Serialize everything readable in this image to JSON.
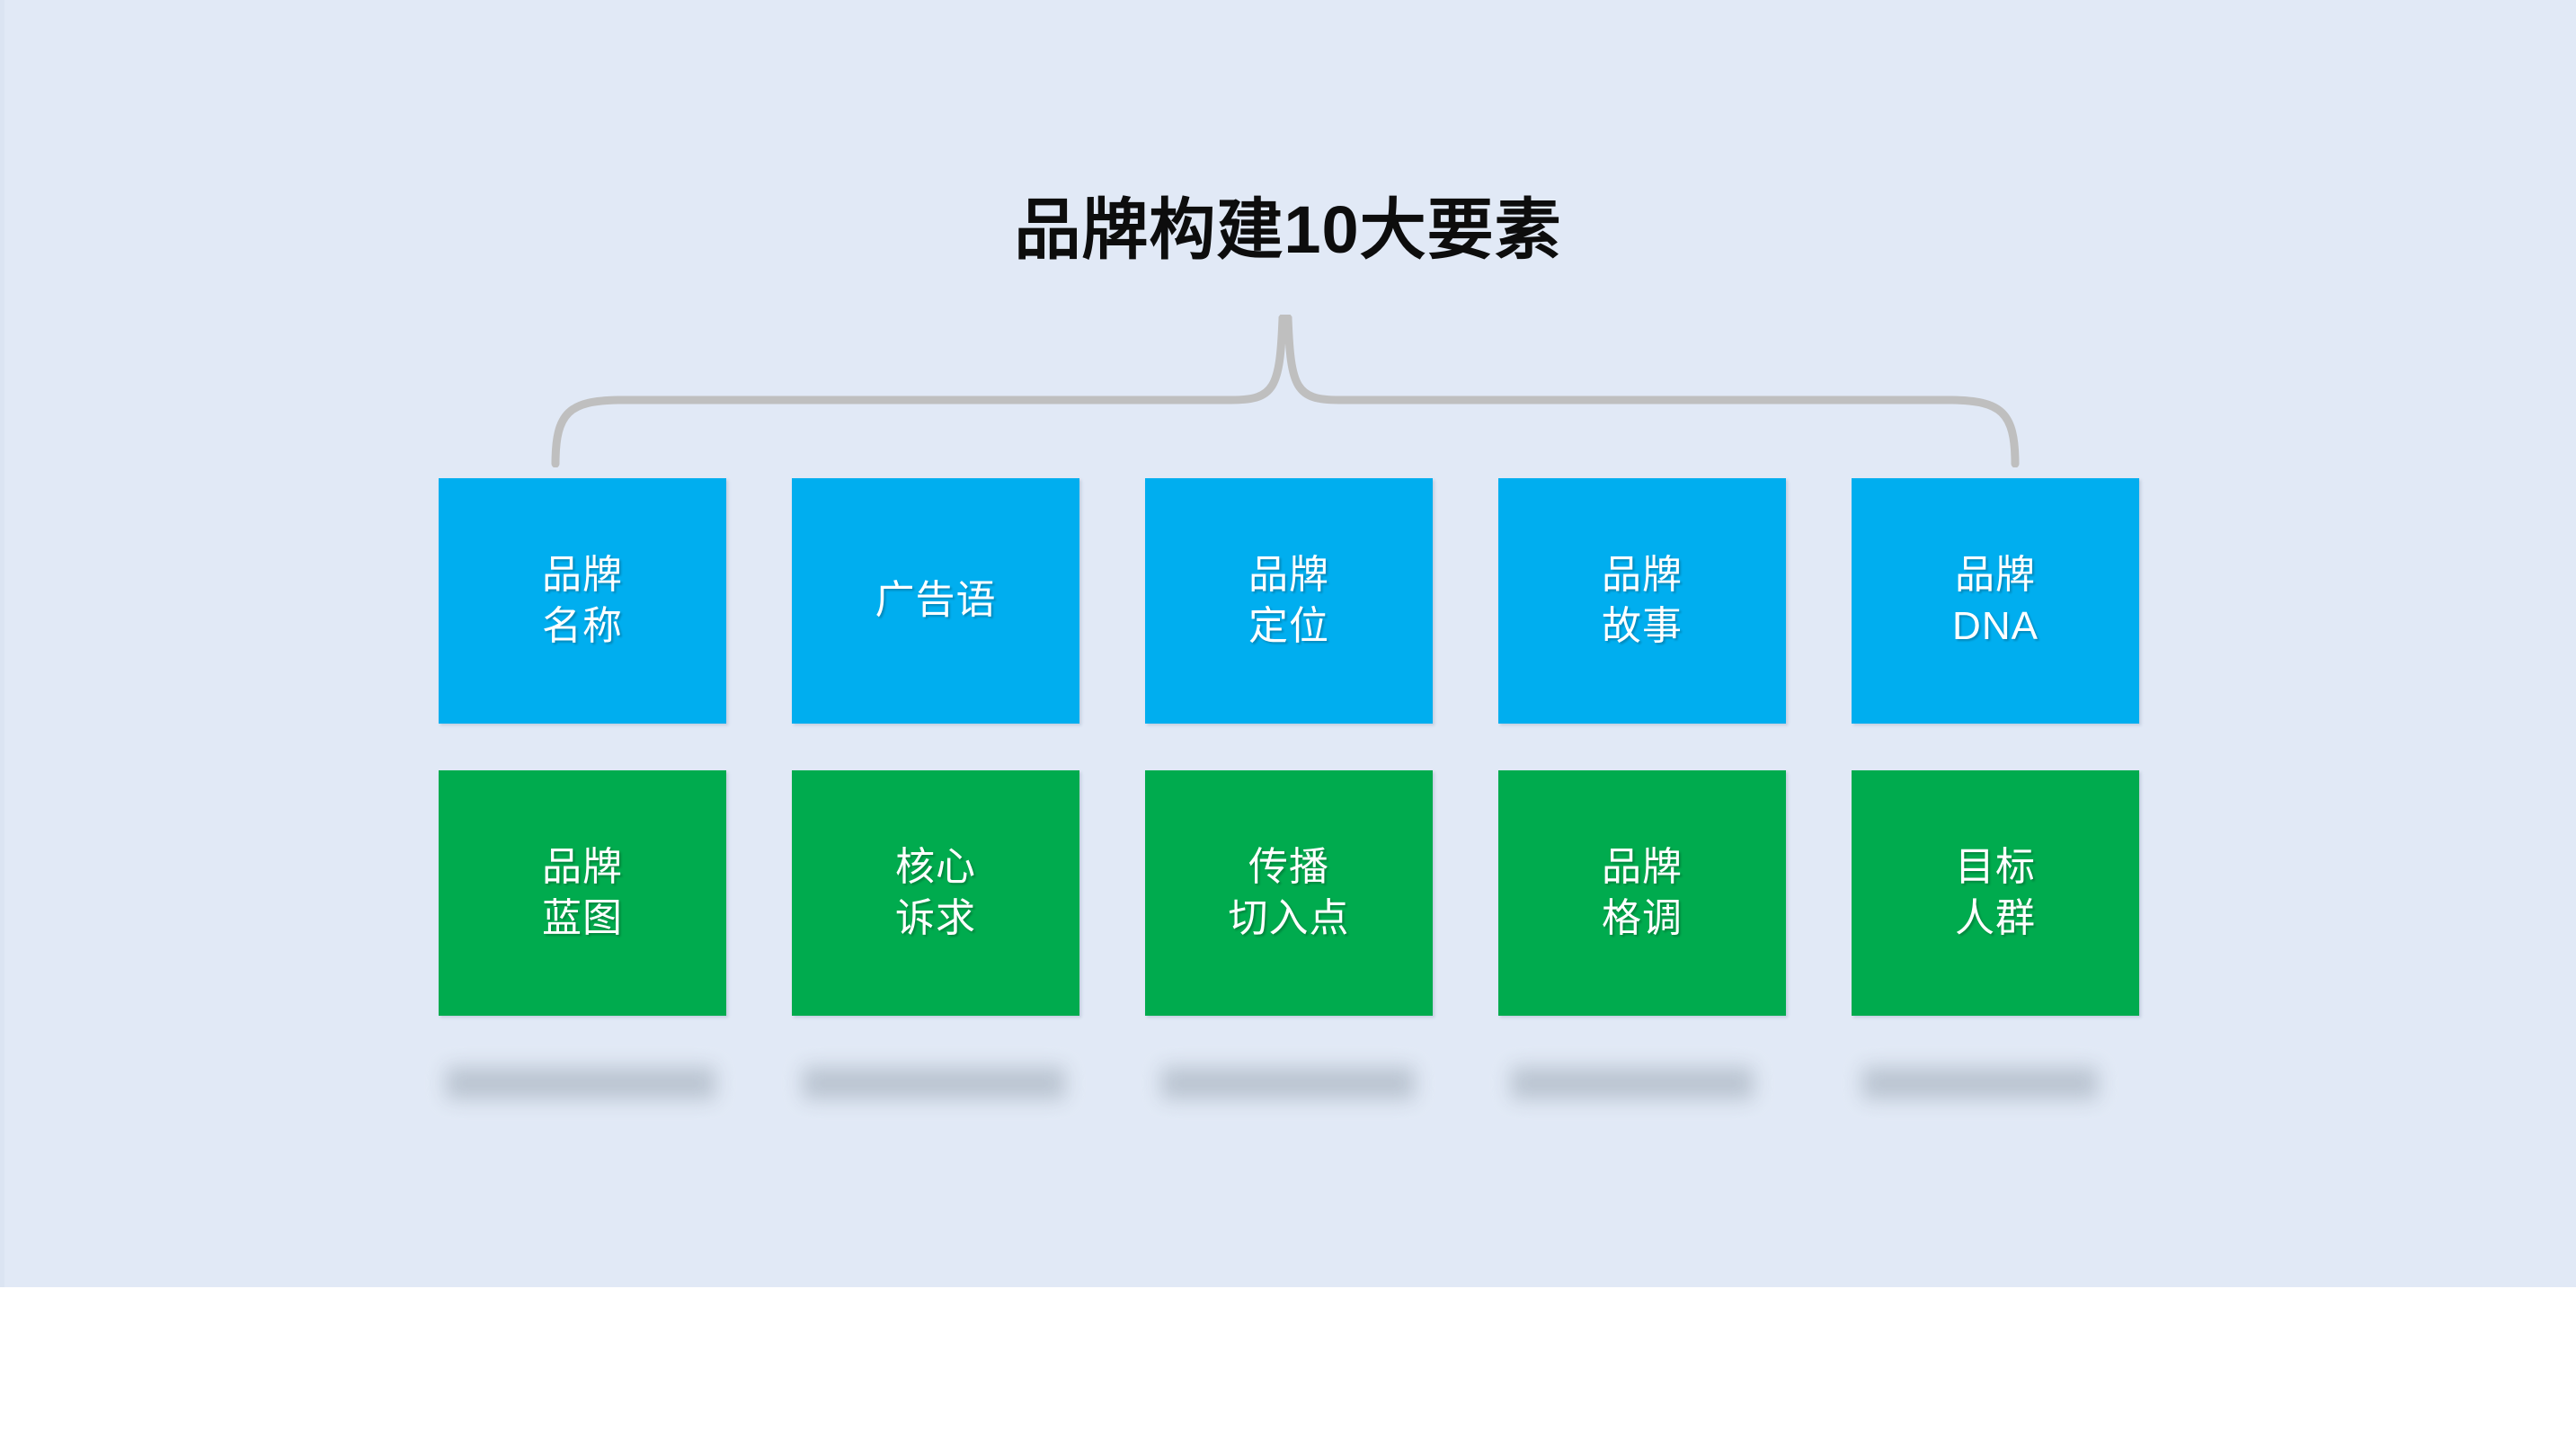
{
  "slide": {
    "title": "品牌构建10大要素",
    "background_color": "#e1e9f6",
    "brace_color": "#bfbfbf"
  },
  "colors": {
    "blue": "#00aeef",
    "green": "#00ab4e",
    "title_text": "#0d0d0d",
    "card_text": "#ffffff",
    "redacted_bar": "#b9c3cf"
  },
  "elements": {
    "row_blue": [
      {
        "label": "品牌\n名称",
        "color": "#00aeef"
      },
      {
        "label": "广告语",
        "color": "#00aeef"
      },
      {
        "label": "品牌\n定位",
        "color": "#00aeef"
      },
      {
        "label": "品牌\n故事",
        "color": "#00aeef"
      },
      {
        "label": "品牌\nDNA",
        "color": "#00aeef"
      }
    ],
    "row_green": [
      {
        "label": "品牌\n蓝图",
        "color": "#00ab4e"
      },
      {
        "label": "核心\n诉求",
        "color": "#00ab4e"
      },
      {
        "label": "传播\n切入点",
        "color": "#00ab4e"
      },
      {
        "label": "品牌\n格调",
        "color": "#00ab4e"
      },
      {
        "label": "目标\n人群",
        "color": "#00ab4e"
      }
    ],
    "row_bars": [
      {
        "label": ""
      },
      {
        "label": ""
      },
      {
        "label": ""
      },
      {
        "label": ""
      },
      {
        "label": ""
      }
    ]
  }
}
